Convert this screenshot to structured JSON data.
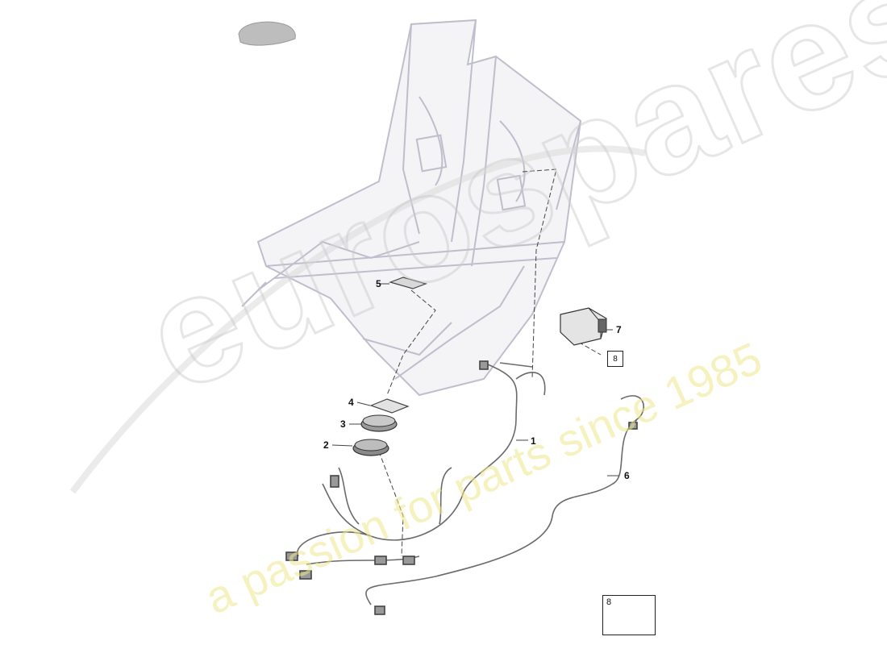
{
  "watermark": {
    "brand": "eurospares",
    "tagline": "a passion for parts since 1985"
  },
  "callouts": [
    {
      "id": "1",
      "label": "1"
    },
    {
      "id": "2",
      "label": "2"
    },
    {
      "id": "3",
      "label": "3"
    },
    {
      "id": "4",
      "label": "4"
    },
    {
      "id": "5",
      "label": "5"
    },
    {
      "id": "6",
      "label": "6"
    },
    {
      "id": "7",
      "label": "7"
    }
  ],
  "ref_box": {
    "label": "8"
  },
  "legend": {
    "label": "8"
  },
  "colors": {
    "frame": "#b8b8c8",
    "wire": "#6a6a6a",
    "part": "#555555",
    "watermark_tag": "#ece88c"
  }
}
